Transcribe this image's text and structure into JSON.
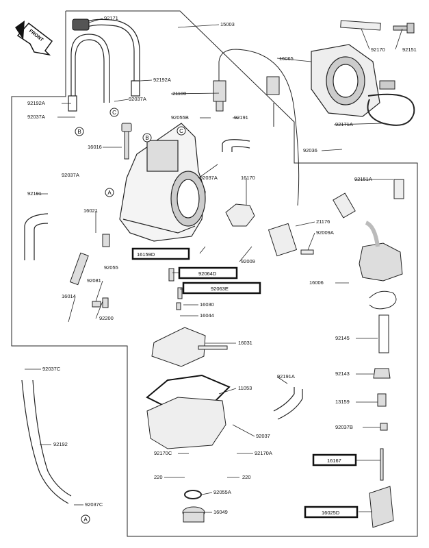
{
  "front_label": "FRONT",
  "circle_letters": {
    "A": "A",
    "B": "B",
    "C": "C"
  },
  "labels": {
    "p92171": "92171",
    "p15003": "15003",
    "p16065": "16065",
    "p92170": "92170",
    "p92151": "92151",
    "p92192A": "92192A",
    "p21100": "21100",
    "p92037A_top": "92037A",
    "p92192A_left": "92192A",
    "p92037A_left": "92037A",
    "p92055B": "92055B",
    "p92191_top": "92191",
    "p92171A": "92171A",
    "p16016": "16016",
    "p92037A_mid": "92037A",
    "p92036": "92036",
    "p92037A_a": "92037A",
    "p16170": "16170",
    "p92151A": "92151A",
    "p92191_left": "92191",
    "p16021": "16021",
    "p21176": "21176",
    "p92009A": "92009A",
    "p16159D": "16159D",
    "p92009": "92009",
    "p92055": "92055",
    "p92064D": "92064D",
    "p92081": "92081",
    "p92063E": "92063E",
    "p16006": "16006",
    "p16014": "16014",
    "p16030": "16030",
    "p92200": "92200",
    "p16044": "16044",
    "p16031": "16031",
    "p92145": "92145",
    "p92037C_top": "92037C",
    "p92143": "92143",
    "p92191A": "92191A",
    "p11053": "11053",
    "p13159": "13159",
    "p92037B": "92037B",
    "p92037": "92037",
    "p92192": "92192",
    "p92170C": "92170C",
    "p92170A": "92170A",
    "p16167": "16167",
    "p220_left": "220",
    "p220_right": "220",
    "p92055A": "92055A",
    "p92037C_bot": "92037C",
    "p16049": "16049",
    "p16025D": "16025D"
  }
}
